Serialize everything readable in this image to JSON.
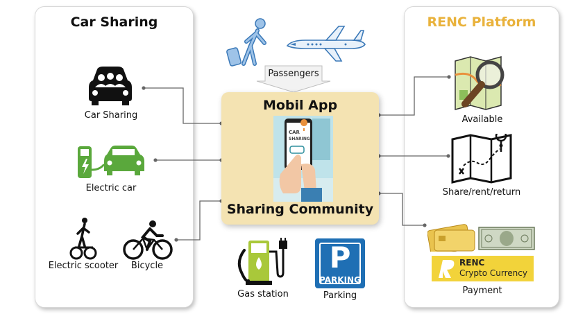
{
  "left_panel": {
    "title": "Car Sharing",
    "items": [
      {
        "label": "Car Sharing",
        "icon": "car-front-icon"
      },
      {
        "label": "Electric car",
        "icon": "ev-charging-icon"
      },
      {
        "label": "Electric scooter",
        "icon": "electric-scooter-icon"
      },
      {
        "label": "Bicycle",
        "icon": "bicycle-icon"
      }
    ]
  },
  "center": {
    "top_label": "Passengers",
    "app_title": "Mobil App",
    "community_title": "Sharing Community",
    "phone_text": "CAR\nSHARING",
    "bottom_items": [
      {
        "label": "Gas station",
        "icon": "gas-pump-icon"
      },
      {
        "label": "Parking",
        "icon": "parking-sign-icon",
        "sign_text": "PARKING"
      }
    ]
  },
  "right_panel": {
    "title": "RENC Platform",
    "items": [
      {
        "label": "Available",
        "icon": "map-magnifier-icon"
      },
      {
        "label": "Share/rent/return",
        "icon": "folded-map-icon"
      },
      {
        "label": "Payment",
        "icon": "payment-icon"
      }
    ],
    "renc_logo": {
      "name": "RENC",
      "subtitle": "Crypto Currency"
    }
  },
  "colors": {
    "left_title": "#111111",
    "right_title": "#e9b23c",
    "electric_green": "#5aa83c",
    "center_bg": "#f4e3b2",
    "parking_blue": "#1f6fb4",
    "connector": "#666666"
  }
}
